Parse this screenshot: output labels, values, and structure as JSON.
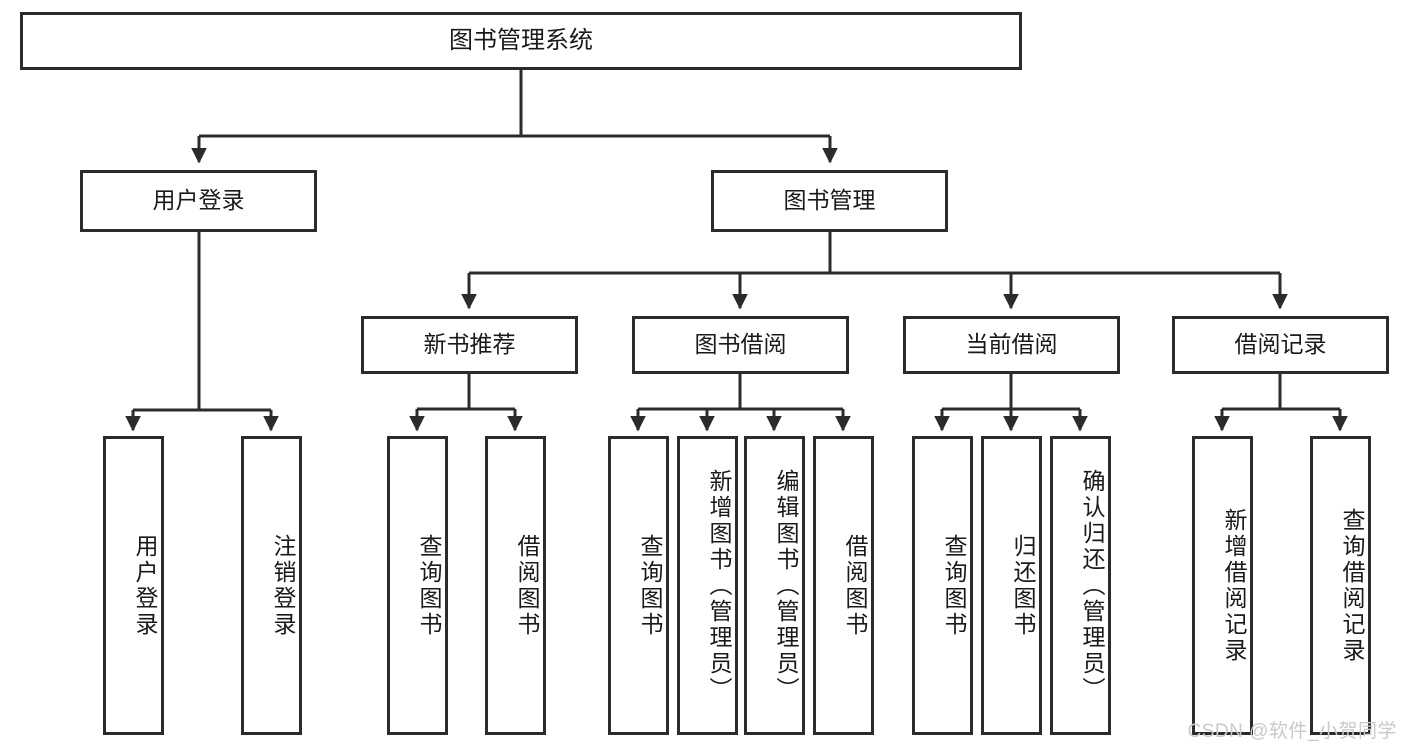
{
  "diagram": {
    "title": "图书管理系统",
    "type": "functional-structure-tree",
    "watermark": "CSDN @软件_小贺同学",
    "colors": {
      "border": "#2b2b2b",
      "background": "#ffffff",
      "text": "#1a1a1a",
      "watermark": "#c9c9c9"
    }
  },
  "nodes": {
    "root": {
      "label": "图书管理系统"
    },
    "level2": [
      {
        "id": "user-login",
        "label": "用户登录"
      },
      {
        "id": "book-management",
        "label": "图书管理"
      }
    ],
    "level3": [
      {
        "id": "new-book-recommend",
        "label": "新书推荐"
      },
      {
        "id": "book-borrow",
        "label": "图书借阅"
      },
      {
        "id": "current-borrow",
        "label": "当前借阅"
      },
      {
        "id": "borrow-record",
        "label": "借阅记录"
      }
    ],
    "leaves": {
      "user-login": [
        {
          "id": "leaf-user-login",
          "label": "用户登录"
        },
        {
          "id": "leaf-user-logout",
          "label": "注销登录"
        }
      ],
      "new-book-recommend": [
        {
          "id": "leaf-query-book-1",
          "label": "查询图书"
        },
        {
          "id": "leaf-borrow-book-1",
          "label": "借阅图书"
        }
      ],
      "book-borrow": [
        {
          "id": "leaf-query-book-2",
          "label": "查询图书"
        },
        {
          "id": "leaf-add-book",
          "label": "新增图书（管理员）"
        },
        {
          "id": "leaf-edit-book",
          "label": "编辑图书（管理员）"
        },
        {
          "id": "leaf-borrow-book-2",
          "label": "借阅图书"
        }
      ],
      "current-borrow": [
        {
          "id": "leaf-query-book-3",
          "label": "查询图书"
        },
        {
          "id": "leaf-return-book",
          "label": "归还图书"
        },
        {
          "id": "leaf-confirm-return",
          "label": "确认归还（管理员）"
        }
      ],
      "borrow-record": [
        {
          "id": "leaf-add-record",
          "label": "新增借阅记录"
        },
        {
          "id": "leaf-query-record",
          "label": "查询借阅记录"
        }
      ]
    }
  }
}
